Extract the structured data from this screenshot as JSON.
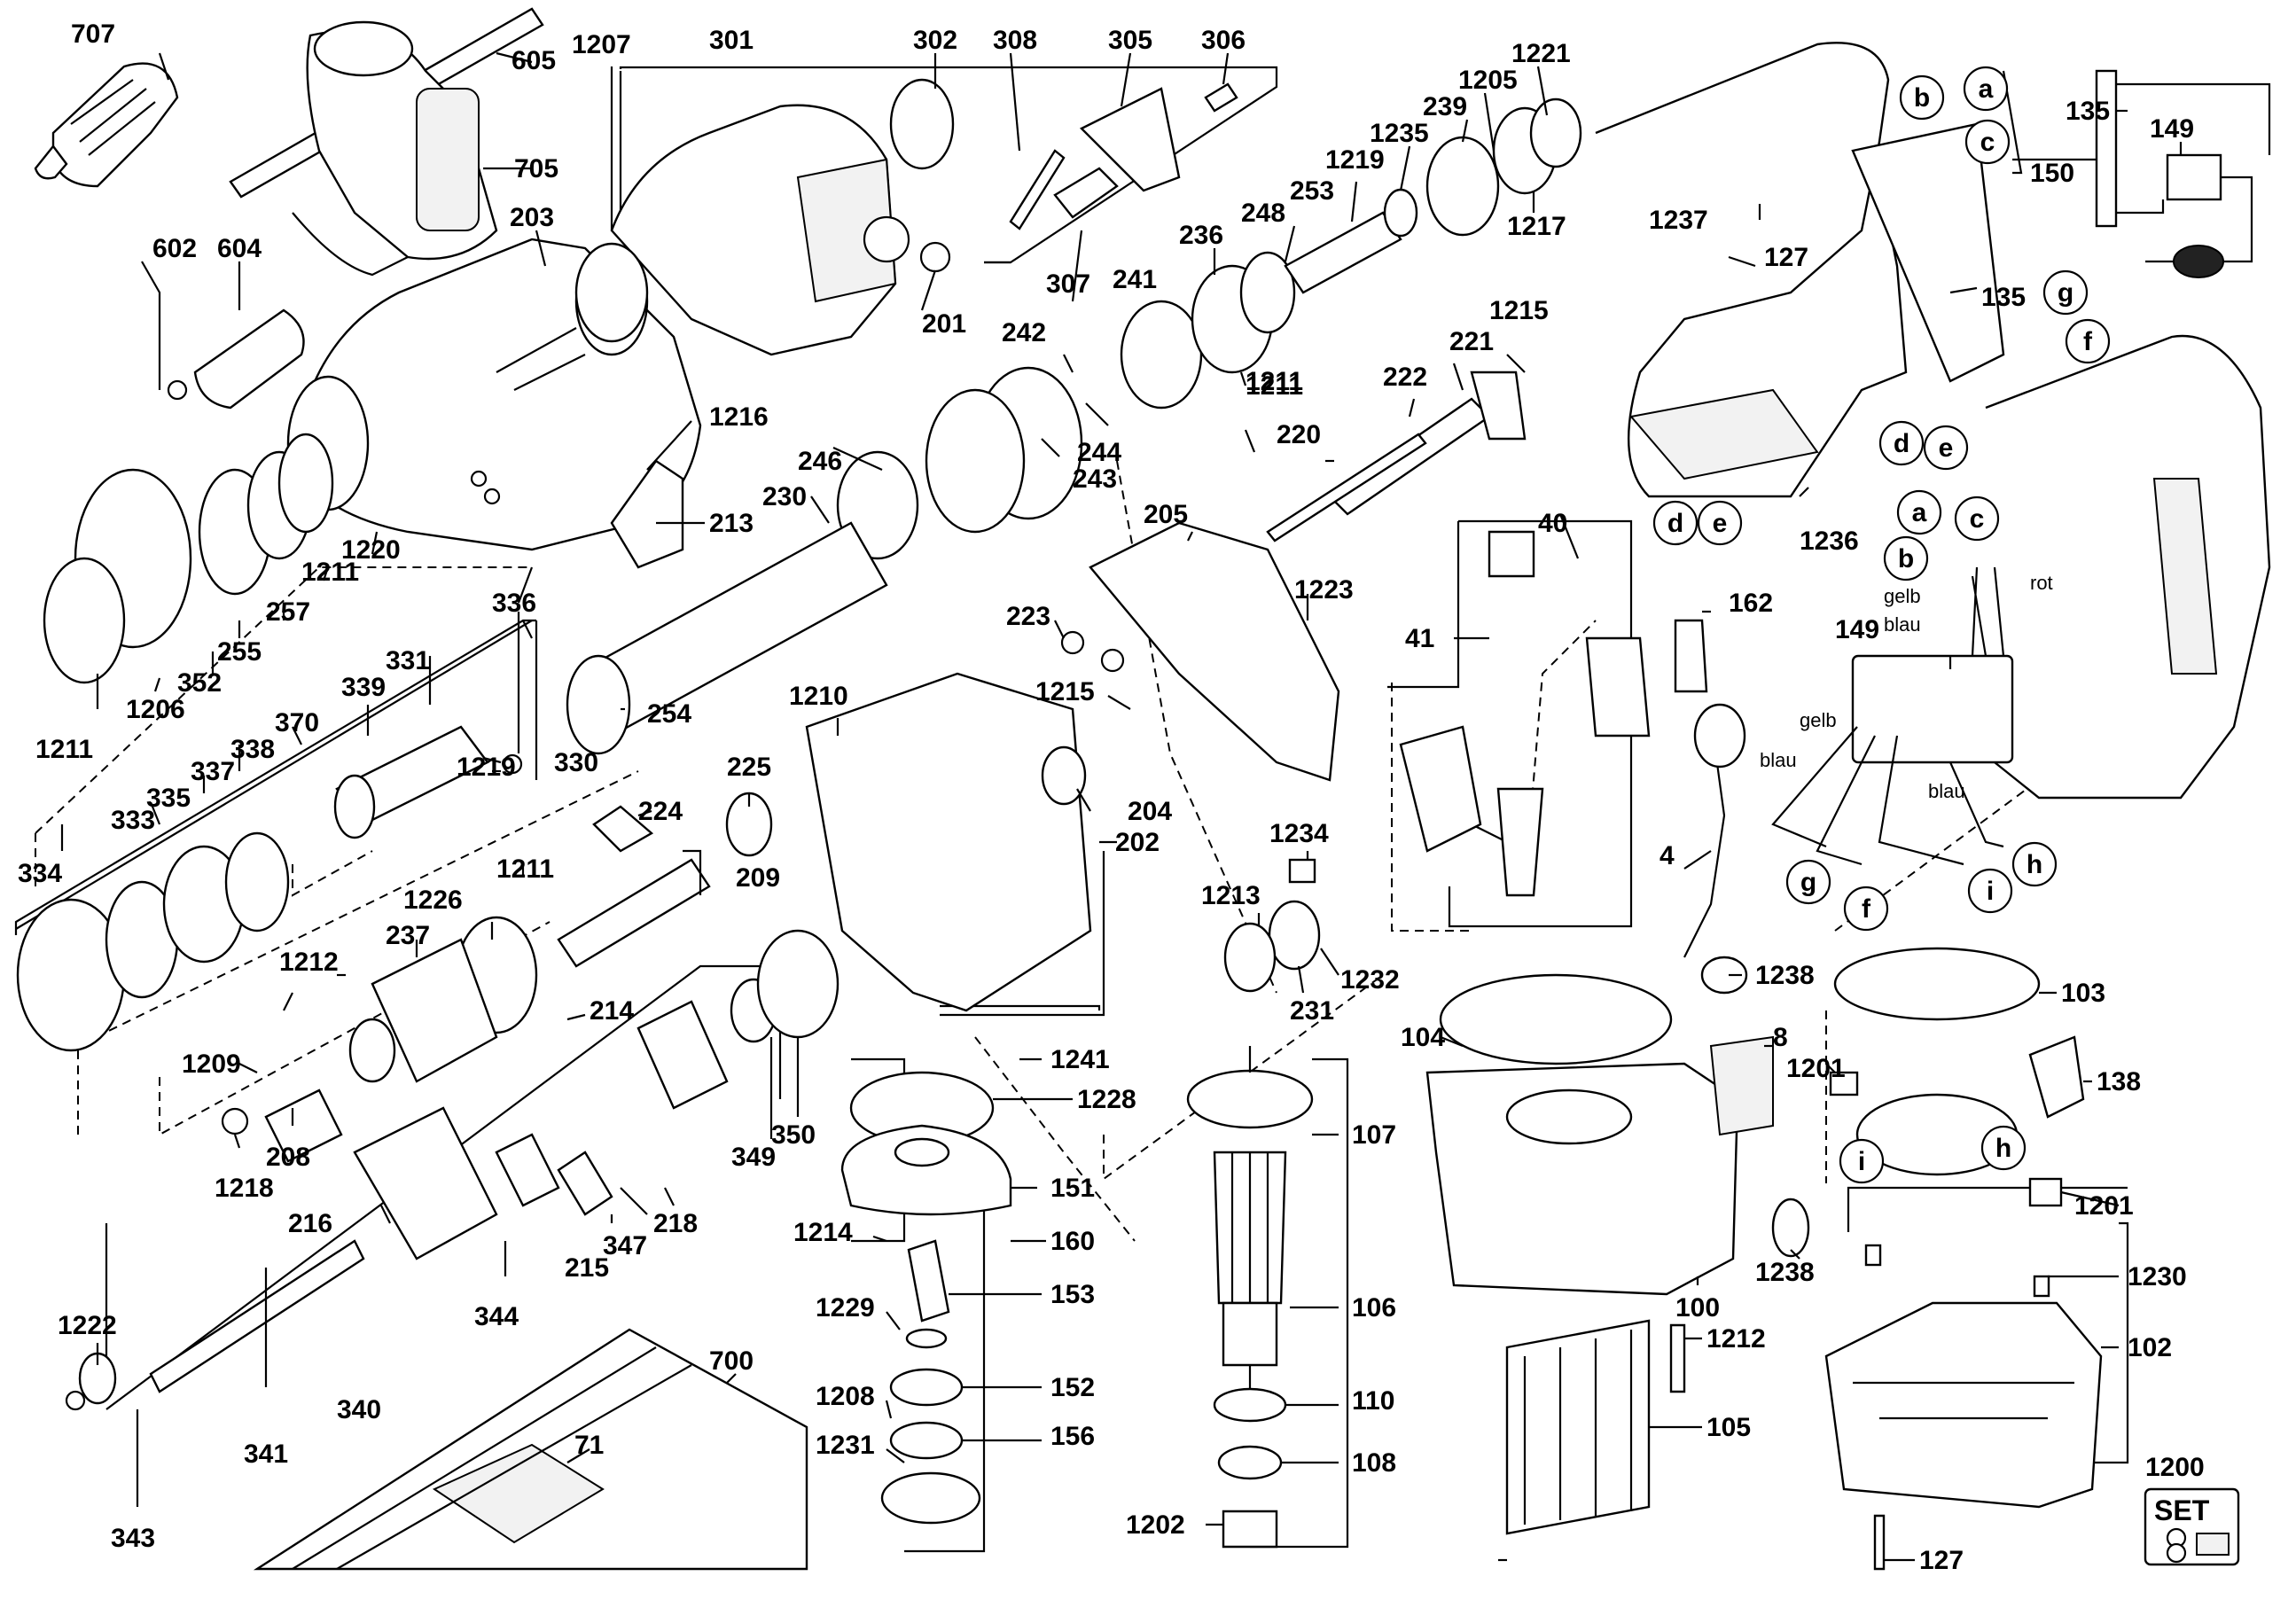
{
  "labels": {
    "l707": "707",
    "l605": "605",
    "l705": "705",
    "l1207": "1207",
    "l301": "301",
    "l302": "302",
    "l308": "308",
    "l305": "305",
    "l306": "306",
    "l1221": "1221",
    "l1205": "1205",
    "l239": "239",
    "l1235": "1235",
    "l1219a": "1219",
    "l253": "253",
    "l248": "248",
    "l236": "236",
    "l241": "241",
    "l1211a": "1211",
    "l1217": "1217",
    "l203": "203",
    "l602": "602",
    "l604": "604",
    "l201": "201",
    "l307": "307",
    "l242": "242",
    "l244": "244",
    "l1216": "1216",
    "l246": "246",
    "l243": "243",
    "l230": "230",
    "l213": "213",
    "l1220": "1220",
    "l1211b": "1211",
    "l257": "257",
    "l255": "255",
    "l352": "352",
    "l1206": "1206",
    "l1211c": "1211",
    "l336": "336",
    "l331": "331",
    "l339": "339",
    "l370": "370",
    "l338": "338",
    "l337": "337",
    "l335": "335",
    "l333": "333",
    "l334": "334",
    "l254": "254",
    "l330": "330",
    "l1219b": "1219",
    "l225": "225",
    "l224": "224",
    "l209": "209",
    "l1211d": "1211",
    "l1226": "1226",
    "l237": "237",
    "l1212a": "1212",
    "l1209": "1209",
    "l214": "214",
    "l208": "208",
    "l1218": "1218",
    "l216": "216",
    "l215": "215",
    "l347": "347",
    "l218": "218",
    "l349": "349",
    "l350": "350",
    "l344": "344",
    "l1222": "1222",
    "l340": "340",
    "l341": "341",
    "l343": "343",
    "l700": "700",
    "l71": "71",
    "l1215a": "1215",
    "l221": "221",
    "l222": "222",
    "l1211e": "1211",
    "l220": "220",
    "l205": "205",
    "l1223": "1223",
    "l223": "223",
    "l1215b": "1215",
    "l1210": "1210",
    "l204": "204",
    "l202": "202",
    "l1234": "1234",
    "l1213": "1213",
    "l1232": "1232",
    "l231": "231",
    "l1241": "1241",
    "l1228": "1228",
    "l151": "151",
    "l160": "160",
    "l1214": "1214",
    "l153": "153",
    "l1229": "1229",
    "l152": "152",
    "l1208": "1208",
    "l156": "156",
    "l1231": "1231",
    "l107": "107",
    "l106": "106",
    "l110": "110",
    "l108": "108",
    "l1202": "1202",
    "l40": "40",
    "l41": "41",
    "l162": "162",
    "l4": "4",
    "l1238a": "1238",
    "l104": "104",
    "l8": "8",
    "l1238b": "1238",
    "l100": "100",
    "l1212b": "1212",
    "l105": "105",
    "l135a": "135",
    "l149a": "149",
    "l150": "150",
    "l1237": "1237",
    "l127a": "127",
    "l135b": "135",
    "l1236": "1236",
    "l149b": "149",
    "l103": "103",
    "l1201a": "1201",
    "l138": "138",
    "l1201b": "1201",
    "l1230": "1230",
    "l102": "102",
    "l1200": "1200",
    "l127b": "127",
    "set": "SET"
  },
  "letters": {
    "a1": "a",
    "b1": "b",
    "c1": "c",
    "g1": "g",
    "f1": "f",
    "d1": "d",
    "e1": "e",
    "d2": "d",
    "e2": "e",
    "a2": "a",
    "c2": "c",
    "b2": "b",
    "g2": "g",
    "f2": "f",
    "i1": "i",
    "h1": "h",
    "h2": "h",
    "i2": "i"
  },
  "wires": {
    "rot": "rot",
    "gelb1": "gelb",
    "blau1": "blau",
    "gelb2": "gelb",
    "blau2": "blau",
    "blau3": "blau"
  },
  "colors": {
    "line": "#000000",
    "background": "#ffffff",
    "fill": "#f2f2f2"
  }
}
